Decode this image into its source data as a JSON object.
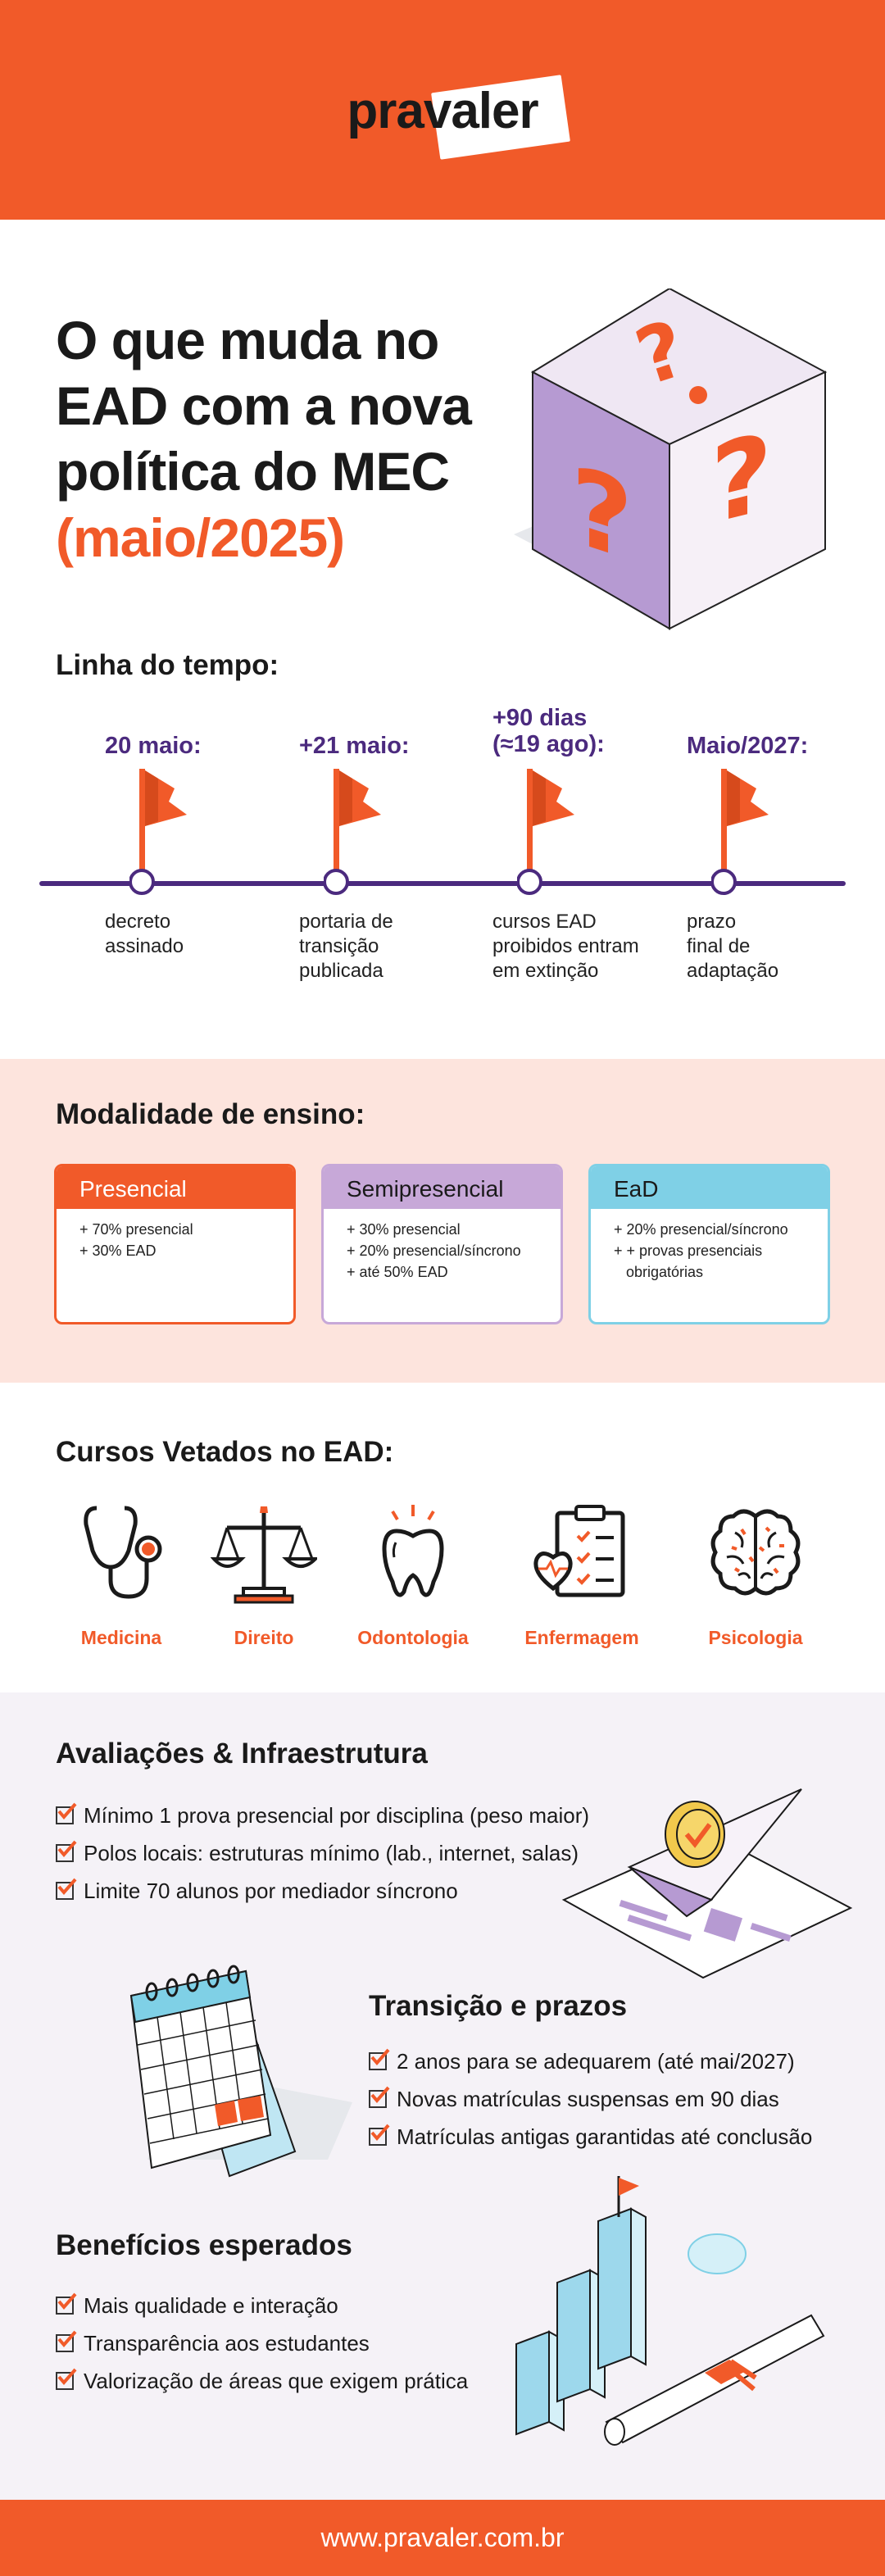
{
  "brand": {
    "logo_text": "pravaler",
    "orange": "#f15a29",
    "purple": "#4b2a7e"
  },
  "hero": {
    "title_lines": [
      "O que muda no",
      "EAD com a nova",
      "política do MEC"
    ],
    "subtitle": "(maio/2025)"
  },
  "timeline": {
    "title": "Linha do tempo:",
    "items": [
      {
        "date": "20 maio:",
        "date2": "",
        "desc": [
          "decreto",
          "assinado"
        ]
      },
      {
        "date": "+21 maio:",
        "date2": "",
        "desc": [
          "portaria de",
          "transição",
          "publicada"
        ]
      },
      {
        "date": "+90 dias",
        "date2": "(≈19 ago):",
        "desc": [
          "cursos EAD",
          "proibidos entram",
          "em extinção"
        ]
      },
      {
        "date": "Maio/2027:",
        "date2": "",
        "desc": [
          "prazo",
          "final de",
          "adaptação"
        ]
      }
    ]
  },
  "modalidade": {
    "title": "Modalidade de ensino:",
    "cards": [
      {
        "name": "Presencial",
        "color": "#f15a29",
        "lines": [
          "+ 70% presencial",
          "+ 30% EAD"
        ]
      },
      {
        "name": "Semipresencial",
        "color": "#c7a8d8",
        "lines": [
          "+ 30% presencial",
          "+ 20% presencial/síncrono",
          "+ até 50% EAD"
        ]
      },
      {
        "name": "EaD",
        "color": "#7fd0e6",
        "lines": [
          "+ 20% presencial/síncrono",
          "+ + provas presenciais",
          "   obrigatórias"
        ]
      }
    ]
  },
  "cursos": {
    "title": "Cursos Vetados no EAD:",
    "items": [
      {
        "label": "Medicina",
        "icon": "stethoscope-icon"
      },
      {
        "label": "Direito",
        "icon": "scales-icon"
      },
      {
        "label": "Odontologia",
        "icon": "tooth-icon"
      },
      {
        "label": "Enfermagem",
        "icon": "clipboard-heart-icon"
      },
      {
        "label": "Psicologia",
        "icon": "brain-icon"
      }
    ]
  },
  "avaliacoes": {
    "title": "Avaliações & Infraestrutura",
    "items": [
      "Mínimo 1 prova presencial por disciplina (peso maior)",
      "Polos locais: estruturas mínimo (lab., internet, salas)",
      "Limite 70 alunos por mediador síncrono"
    ]
  },
  "transicao": {
    "title": "Transição e prazos",
    "items": [
      "2 anos para se adequarem (até mai/2027)",
      "Novas matrículas suspensas em 90 dias",
      "Matrículas antigas garantidas até conclusão"
    ]
  },
  "beneficios": {
    "title": "Benefícios esperados",
    "items": [
      "Mais qualidade e interação",
      "Transparência aos estudantes",
      "Valorização de áreas que exigem prática"
    ]
  },
  "footer": {
    "url": "www.pravaler.com.br"
  }
}
